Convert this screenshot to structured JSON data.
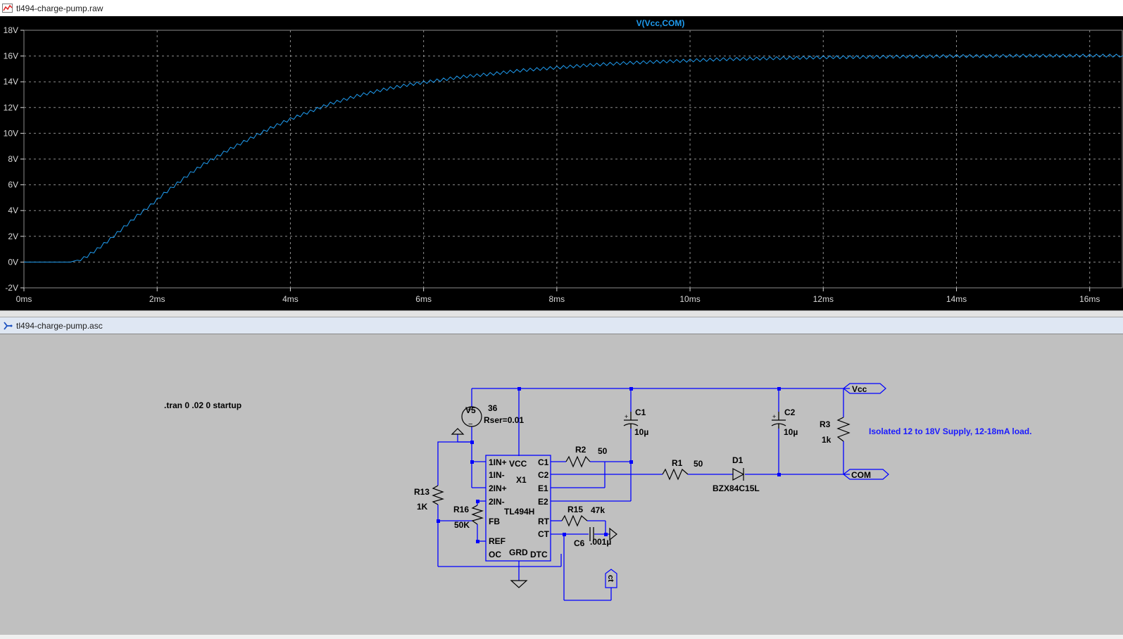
{
  "waveform": {
    "title": "tl494-charge-pump.raw",
    "trace_label": "V(Vcc,COM)",
    "colors": {
      "background": "#000000",
      "grid": "#8c8c8c",
      "trace": "#1f9cf0",
      "axis_text": "#d8d8d8"
    }
  },
  "chart_data": {
    "type": "line",
    "title": "V(Vcc,COM)",
    "xlabel": "",
    "ylabel": "",
    "xlim": [
      0,
      16.5
    ],
    "ylim": [
      -2,
      18
    ],
    "x_unit": "ms",
    "y_unit": "V",
    "x_ticks": [
      "0ms",
      "2ms",
      "4ms",
      "6ms",
      "8ms",
      "10ms",
      "12ms",
      "14ms",
      "16ms"
    ],
    "y_ticks": [
      "18V",
      "16V",
      "14V",
      "12V",
      "10V",
      "8V",
      "6V",
      "4V",
      "2V",
      "0V",
      "-2V"
    ],
    "grid": true,
    "series": [
      {
        "name": "V(Vcc,COM)",
        "x": [
          0,
          0.5,
          0.7,
          0.9,
          1.1,
          1.3,
          1.5,
          1.7,
          1.9,
          2.1,
          2.3,
          2.5,
          2.7,
          2.9,
          3.1,
          3.4,
          3.7,
          4.0,
          4.3,
          4.6,
          5.0,
          5.4,
          5.8,
          6.2,
          6.6,
          7.0,
          7.5,
          8.0,
          8.5,
          9.0,
          9.5,
          10.0,
          10.5,
          11.0,
          11.5,
          12.0,
          12.5,
          13.0,
          13.5,
          14.0,
          14.5,
          15.0,
          15.5,
          16.0,
          16.5
        ],
        "y": [
          0,
          0,
          0,
          0.3,
          1.0,
          1.8,
          2.7,
          3.6,
          4.4,
          5.3,
          6.1,
          6.9,
          7.6,
          8.2,
          8.8,
          9.6,
          10.4,
          11.1,
          11.7,
          12.3,
          12.9,
          13.4,
          13.8,
          14.1,
          14.4,
          14.6,
          14.9,
          15.1,
          15.3,
          15.45,
          15.55,
          15.65,
          15.75,
          15.8,
          15.85,
          15.9,
          15.92,
          15.95,
          15.97,
          16.0,
          16.0,
          16.02,
          16.02,
          16.03,
          16.03
        ]
      }
    ]
  },
  "schematic": {
    "title": "tl494-charge-pump.asc",
    "wire_color": "#0000ff",
    "text_color": "#000000",
    "spice_directive": ".tran 0 .02 0 startup",
    "comment": "Isolated 12 to 18V Supply, 12-18mA load.",
    "ic": {
      "name": "X1",
      "part": "TL494H",
      "left_pins": [
        "1IN+",
        "1IN-",
        "2IN+",
        "2IN-",
        "FB",
        "REF",
        "OC"
      ],
      "right_pins": [
        "C1",
        "C2",
        "E1",
        "E2",
        "RT",
        "CT",
        "DTC"
      ],
      "top_pin": "VCC",
      "bottom_pin": "GRD"
    },
    "source": {
      "name": "V5",
      "value": "36",
      "extra": "Rser=0.01"
    },
    "parts": {
      "r1_name": "R1",
      "r1_value": "50",
      "r2_name": "R2",
      "r2_value": "50",
      "r3_name": "R3",
      "r3_value": "1k",
      "r13_name": "R13",
      "r13_value": "1K",
      "r15_name": "R15",
      "r15_value": "47k",
      "r16_name": "R16",
      "r16_value": "50K",
      "c1_name": "C1",
      "c1_value": "10µ",
      "c2_name": "C2",
      "c2_value": "10µ",
      "c6_name": "C6",
      "c6_value": ".001µ",
      "d1_name": "D1",
      "d1_value": "BZX84C15L"
    },
    "labels": {
      "vcc": "Vcc",
      "com": "COM",
      "ct": "ct"
    }
  }
}
